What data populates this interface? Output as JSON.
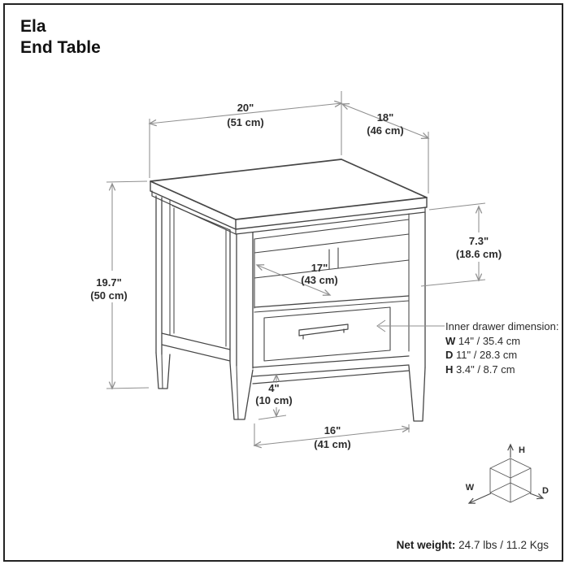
{
  "title": {
    "line1": "Ela",
    "line2": "End Table"
  },
  "dimensions": {
    "top_width": {
      "in": "20\"",
      "cm": "(51 cm)"
    },
    "top_depth": {
      "in": "18\"",
      "cm": "(46 cm)"
    },
    "height": {
      "in": "19.7\"",
      "cm": "(50 cm)"
    },
    "shelf_opening": {
      "in": "7.3\"",
      "cm": "(18.6 cm)"
    },
    "shelf_width": {
      "in": "17\"",
      "cm": "(43 cm)"
    },
    "leg_height": {
      "in": "4\"",
      "cm": "(10 cm)"
    },
    "base_width": {
      "in": "16\"",
      "cm": "(41 cm)"
    }
  },
  "drawer_note": {
    "heading": "Inner drawer dimension:",
    "rows": [
      {
        "key": "W",
        "value": "14\" / 35.4 cm"
      },
      {
        "key": "D",
        "value": "11\" / 28.3 cm"
      },
      {
        "key": "H",
        "value": "3.4\" / 8.7 cm"
      }
    ]
  },
  "axis_cube": {
    "h": "H",
    "w": "W",
    "d": "D"
  },
  "net_weight": {
    "label": "Net weight:",
    "value": "24.7 lbs / 11.2 Kgs"
  },
  "colors": {
    "furniture_line": "#464646",
    "dimension_line": "#8f8f8f",
    "text": "#2b2b2b",
    "border": "#232323",
    "background": "#ffffff"
  }
}
